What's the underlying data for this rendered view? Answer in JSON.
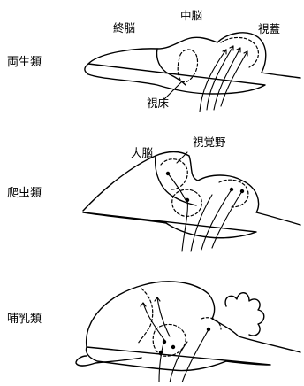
{
  "rows": [
    {
      "group": "両生類",
      "labels": {
        "telencephalon": "終脳",
        "midbrain": "中脳",
        "tectum": "視蓋",
        "thalamus": "視床"
      }
    },
    {
      "group": "爬虫類",
      "labels": {
        "cerebrum": "大脳",
        "visual_area": "視覚野"
      }
    },
    {
      "group": "哺乳類"
    }
  ],
  "colors": {
    "ink": "#000000",
    "background": "#ffffff"
  }
}
